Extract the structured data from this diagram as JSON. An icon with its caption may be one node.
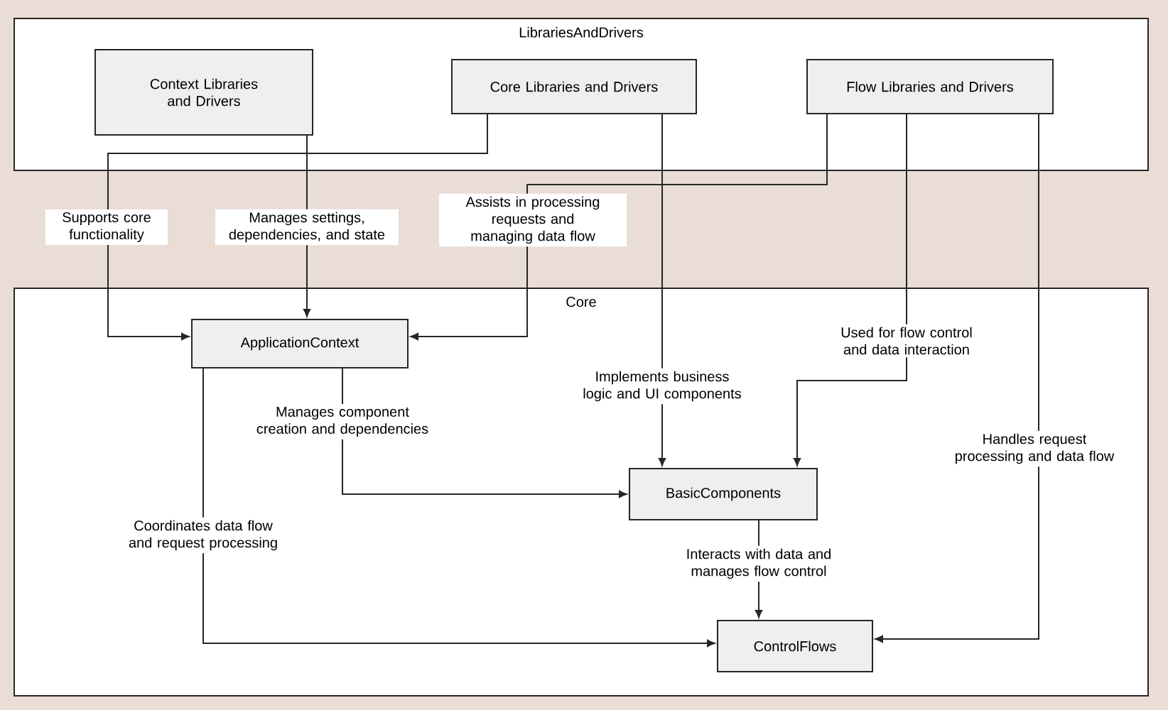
{
  "diagram": {
    "nodes": [
      {
        "text": [
          "LibrariesAndDrivers"
        ]
      },
      {
        "text": [
          "Context Libraries and Drivers"
        ],
        "in": 0
      },
      {
        "text": [
          "Core Libraries and Drivers"
        ],
        "in": 0
      },
      {
        "text": [
          "Flow Libraries and Drivers"
        ],
        "in": 0
      },
      {
        "text": [
          "Core"
        ]
      },
      {
        "text": [
          "ApplicationContext"
        ],
        "in": 4
      },
      {
        "text": [
          "BasicComponents"
        ],
        "in": 4
      },
      {
        "text": [
          "ControlFlows"
        ],
        "in": 4
      }
    ],
    "edges": [
      {
        "from": 1,
        "to": 5,
        "arrow": "to",
        "label": "Manages settings, dependencies, and state"
      },
      {
        "from": 2,
        "to": 5,
        "arrow": "to",
        "label": "Supports core functionality"
      },
      {
        "from": 3,
        "to": 5,
        "arrow": "to",
        "label": "Assists in processing requests and managing data flow"
      },
      {
        "from": 2,
        "to": 6,
        "arrow": "to",
        "label": "Implements business logic and UI components"
      },
      {
        "from": 3,
        "to": 6,
        "arrow": "to",
        "label": "Used for flow control and data interaction"
      },
      {
        "from": 3,
        "to": 7,
        "arrow": "to",
        "label": "Handles request processing and data flow"
      },
      {
        "from": 5,
        "to": 6,
        "arrow": "to",
        "label": "Manages component creation and dependencies"
      },
      {
        "from": 5,
        "to": 7,
        "arrow": "to",
        "label": "Coordinates data flow and request processing"
      },
      {
        "from": 6,
        "to": 7,
        "arrow": "to",
        "label": "Interacts with data and manages flow control"
      }
    ]
  }
}
